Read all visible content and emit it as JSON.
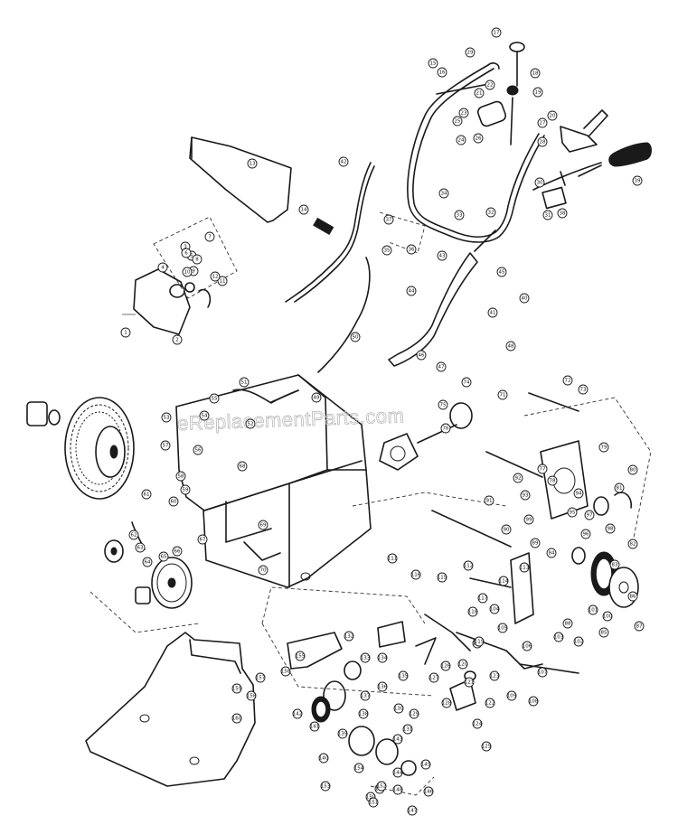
{
  "watermark": "eReplacementParts.com",
  "callouts": [
    "1",
    "2",
    "3",
    "4",
    "5",
    "6",
    "7",
    "8",
    "9",
    "10",
    "11",
    "12",
    "13",
    "14",
    "15",
    "16",
    "17",
    "18",
    "19",
    "20",
    "21",
    "22",
    "23",
    "24",
    "25",
    "26",
    "27",
    "28",
    "29",
    "30",
    "31",
    "32",
    "33",
    "34",
    "35",
    "36",
    "37",
    "38",
    "39",
    "40",
    "41",
    "42",
    "43",
    "44",
    "45",
    "46",
    "47",
    "48",
    "49",
    "50",
    "51",
    "52",
    "53",
    "54",
    "55",
    "56",
    "57",
    "58",
    "59",
    "60",
    "61",
    "62",
    "63",
    "64",
    "65",
    "66",
    "67",
    "68",
    "69",
    "70",
    "71",
    "72",
    "73",
    "74",
    "75",
    "76",
    "77",
    "78",
    "79",
    "80",
    "81",
    "82",
    "83",
    "84",
    "85",
    "86",
    "87",
    "88",
    "89",
    "90",
    "91",
    "92",
    "93",
    "94",
    "95",
    "96",
    "97",
    "98",
    "99",
    "100",
    "101",
    "102",
    "103",
    "104",
    "105",
    "106",
    "107",
    "108",
    "109",
    "110",
    "111",
    "112",
    "113",
    "114",
    "115",
    "116",
    "117",
    "118",
    "119",
    "120",
    "121",
    "122",
    "123",
    "124",
    "125",
    "126",
    "127",
    "128",
    "129",
    "130",
    "131",
    "132",
    "133",
    "134",
    "135",
    "136",
    "137",
    "138",
    "139",
    "140",
    "141",
    "142",
    "143",
    "144",
    "145",
    "146",
    "147",
    "148",
    "149",
    "150",
    "151",
    "152",
    "153",
    "154",
    "155",
    "156",
    "157",
    "158",
    "159",
    "160"
  ]
}
